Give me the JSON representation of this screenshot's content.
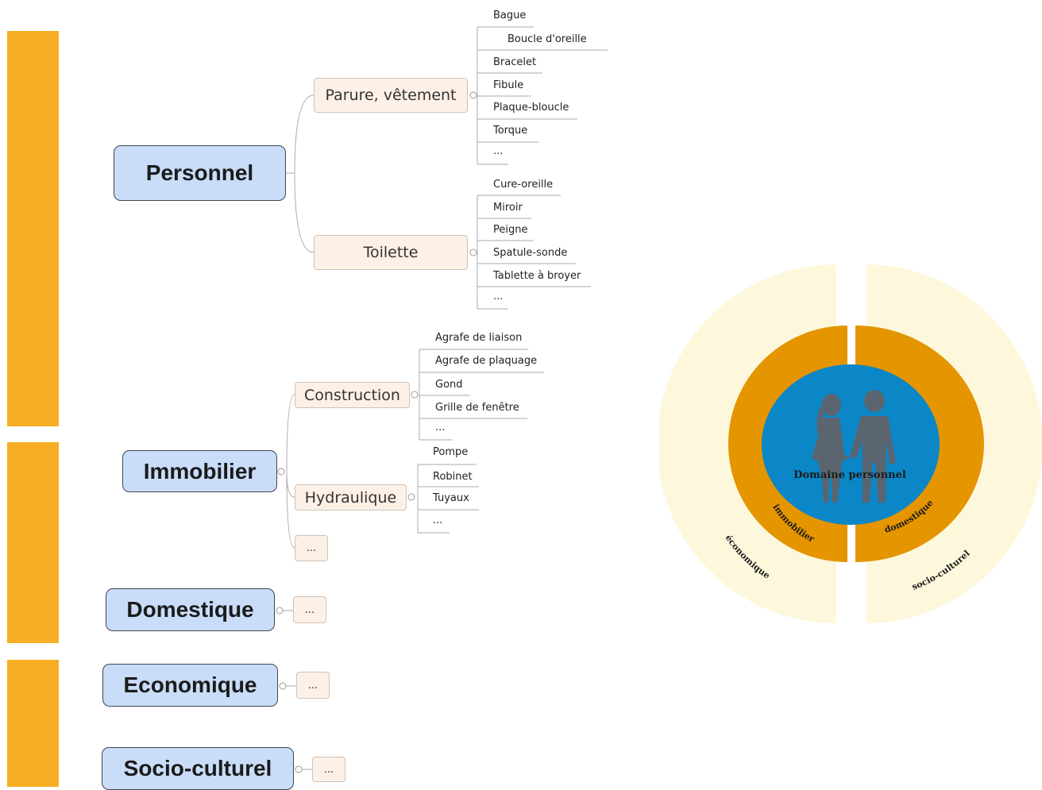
{
  "bar_color": "#f7ae24",
  "node_colors": {
    "root_fill": "#c9dcf8",
    "sub_fill": "#fdf0e6"
  },
  "personnel": {
    "label": "Personnel",
    "parure": {
      "label": "Parure, vêtement",
      "items": [
        "Bague",
        "Boucle d'oreille",
        "Bracelet",
        "Fibule",
        "Plaque-bloucle",
        "Torque",
        "..."
      ]
    },
    "toilette": {
      "label": "Toilette",
      "items": [
        "Cure-oreille",
        "Miroir",
        "Peigne",
        "Spatule-sonde",
        "Tablette à broyer",
        "..."
      ]
    }
  },
  "immobilier": {
    "label": "Immobilier",
    "construction": {
      "label": "Construction",
      "items": [
        "Agrafe de liaison",
        "Agrafe de plaquage",
        "Gond",
        "Grille de fenêtre",
        "..."
      ]
    },
    "hydraulique": {
      "label": "Hydraulique",
      "items": [
        "Pompe",
        "Robinet",
        "Tuyaux",
        "..."
      ]
    },
    "more": "..."
  },
  "domestique": {
    "label": "Domestique",
    "more": "..."
  },
  "economique": {
    "label": "Economique",
    "more": "..."
  },
  "socioculturel": {
    "label": "Socio-culturel",
    "more": "..."
  },
  "domain_diagram": {
    "center": "Domaine personnel",
    "inner_left": "immobilier",
    "inner_right": "domestique",
    "outer_left": "économique",
    "outer_right": "socio-culturel",
    "colors": {
      "outer": "#fdf8dc",
      "inner": "#e49500",
      "center": "#0b86c6",
      "figures": "#5b6570"
    }
  }
}
